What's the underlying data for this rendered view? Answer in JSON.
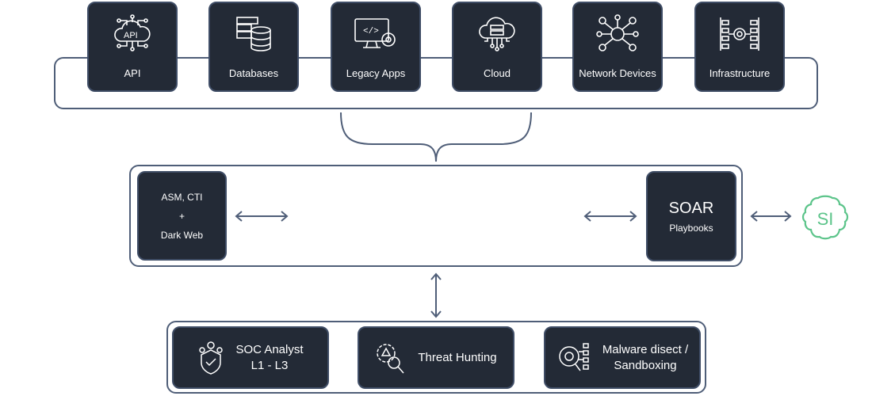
{
  "sources": [
    {
      "label": "API",
      "icon": "api-cloud-icon"
    },
    {
      "label": "Databases",
      "icon": "database-icon"
    },
    {
      "label": "Legacy Apps",
      "icon": "legacy-app-icon"
    },
    {
      "label": "Cloud",
      "icon": "cloud-icon"
    },
    {
      "label": "Network Devices",
      "icon": "network-icon"
    },
    {
      "label": "Infrastructure",
      "icon": "infrastructure-icon"
    }
  ],
  "middle": {
    "left": {
      "line1": "ASM, CTI",
      "line2": "+",
      "line3": "Dark Web"
    },
    "right": {
      "title": "SOAR",
      "subtitle": "Playbooks"
    },
    "logo_text": "SI",
    "colors": {
      "logo": "#5cc48a",
      "tile": "#232a36",
      "line": "#4f5e78"
    }
  },
  "bottom": [
    {
      "line1": "SOC Analyst",
      "line2": "L1 - L3"
    },
    {
      "line1": "Threat Hunting",
      "line2": ""
    },
    {
      "line1": "Malware disect /",
      "line2": "Sandboxing"
    }
  ]
}
